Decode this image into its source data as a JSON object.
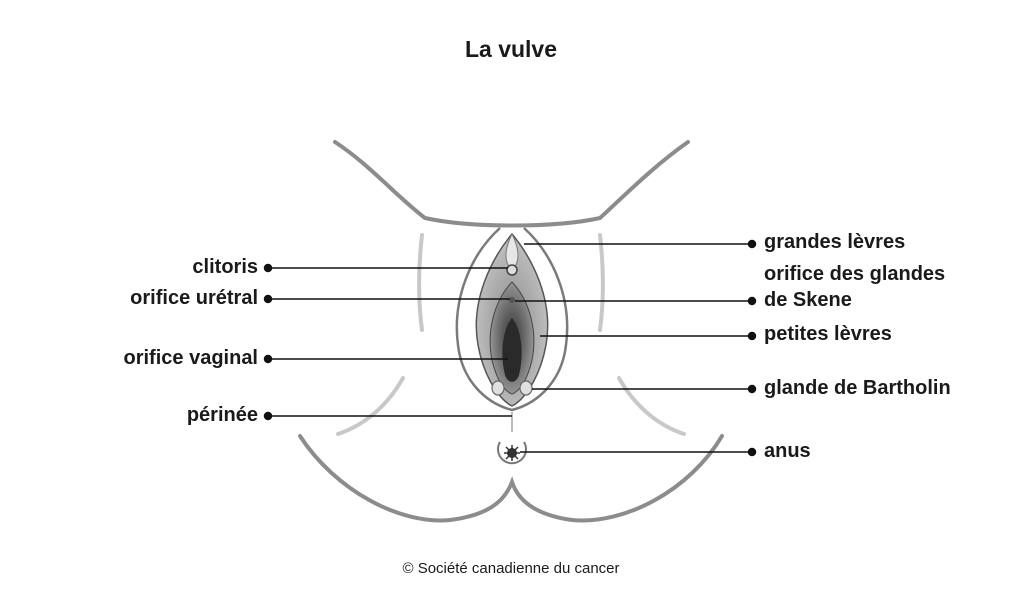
{
  "title": "La vulve",
  "labels": {
    "clitoris": "clitoris",
    "urethral_orifice": "orifice urétral",
    "vaginal_orifice": "orifice vaginal",
    "perineum": "périnée",
    "labia_majora": "grandes lèvres",
    "skene_glands_line1": "orifice des glandes",
    "skene_glands_line2": "de Skene",
    "labia_minora": "petites lèvres",
    "bartholin_gland": "glande de Bartholin",
    "anus": "anus"
  },
  "credit": "© Société canadienne du cancer"
}
